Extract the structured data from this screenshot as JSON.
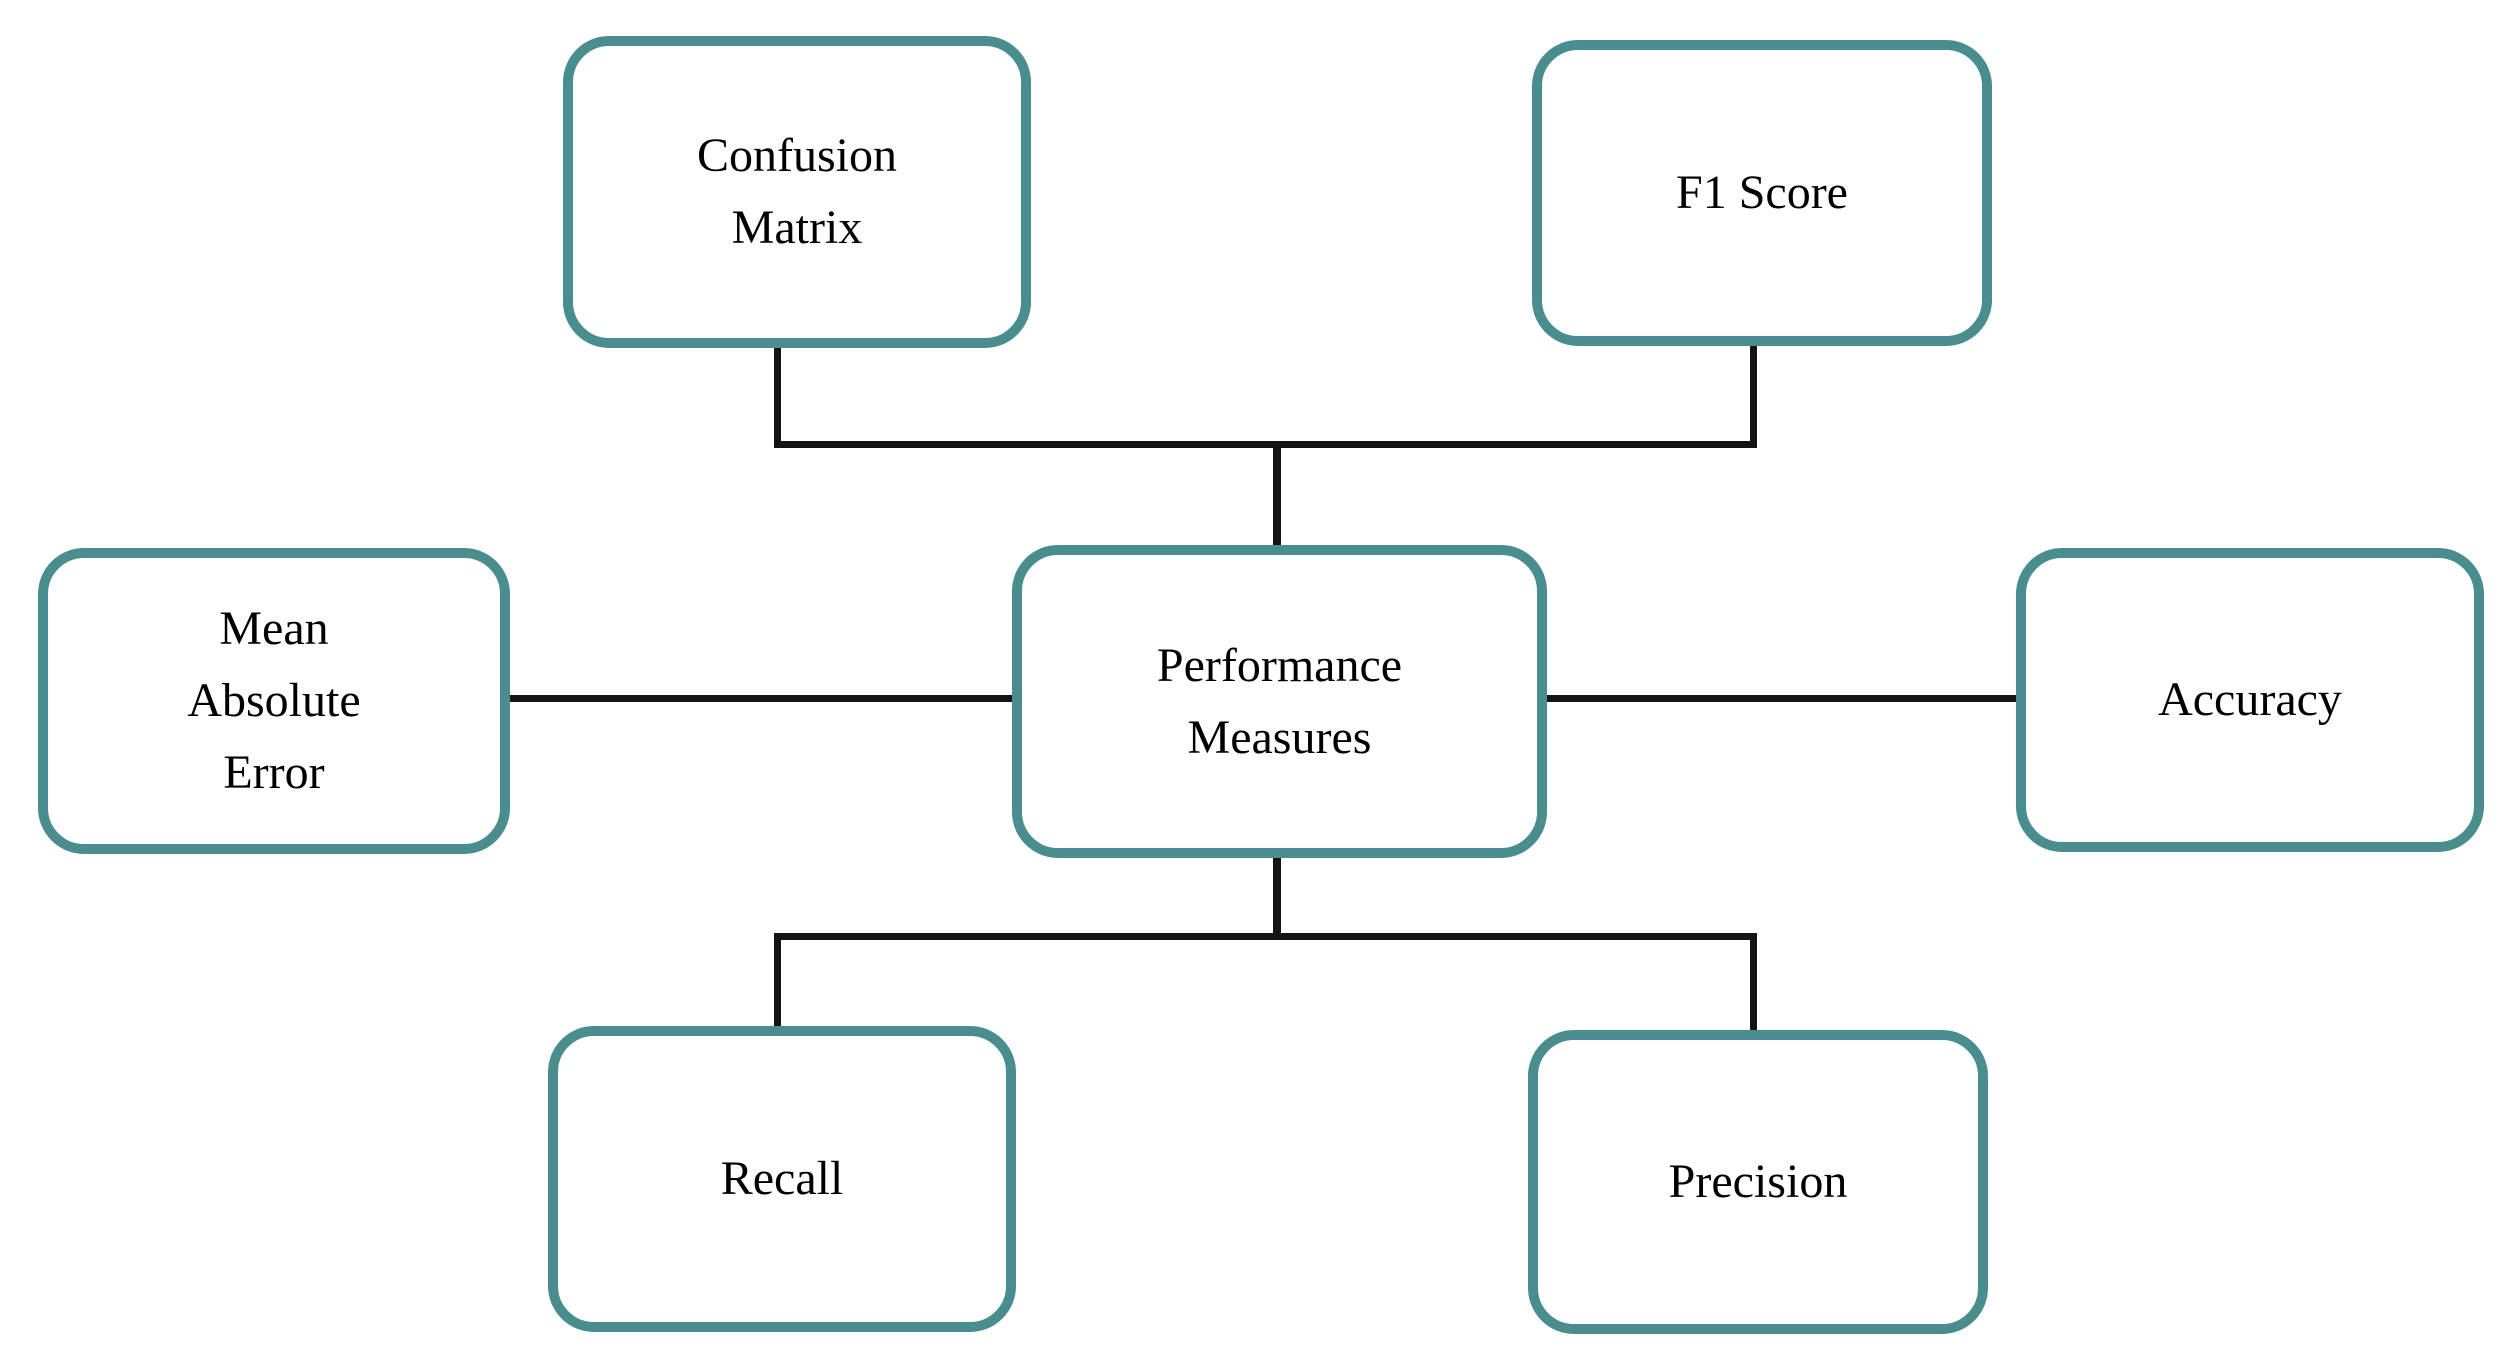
{
  "diagram": {
    "type": "concept-map",
    "center_node": {
      "id": "performance-measures",
      "label": "Performance\nMeasures"
    },
    "nodes": [
      {
        "id": "confusion-matrix",
        "label": "Confusion\nMatrix",
        "position": "top-left"
      },
      {
        "id": "f1-score",
        "label": "F1 Score",
        "position": "top-right"
      },
      {
        "id": "mean-absolute-error",
        "label": "Mean\nAbsolute\nError",
        "position": "left"
      },
      {
        "id": "accuracy",
        "label": "Accuracy",
        "position": "right"
      },
      {
        "id": "recall",
        "label": "Recall",
        "position": "bottom-left"
      },
      {
        "id": "precision",
        "label": "Precision",
        "position": "bottom-right"
      }
    ],
    "edges": [
      {
        "from": "performance-measures",
        "to": "confusion-matrix"
      },
      {
        "from": "performance-measures",
        "to": "f1-score"
      },
      {
        "from": "performance-measures",
        "to": "mean-absolute-error"
      },
      {
        "from": "performance-measures",
        "to": "accuracy"
      },
      {
        "from": "performance-measures",
        "to": "recall"
      },
      {
        "from": "performance-measures",
        "to": "precision"
      }
    ],
    "colors": {
      "node_border": "#4A8D8E",
      "node_fill": "#FFFFFF",
      "connector": "#141414",
      "text": "#000000",
      "background": "#FFFFFF"
    }
  }
}
